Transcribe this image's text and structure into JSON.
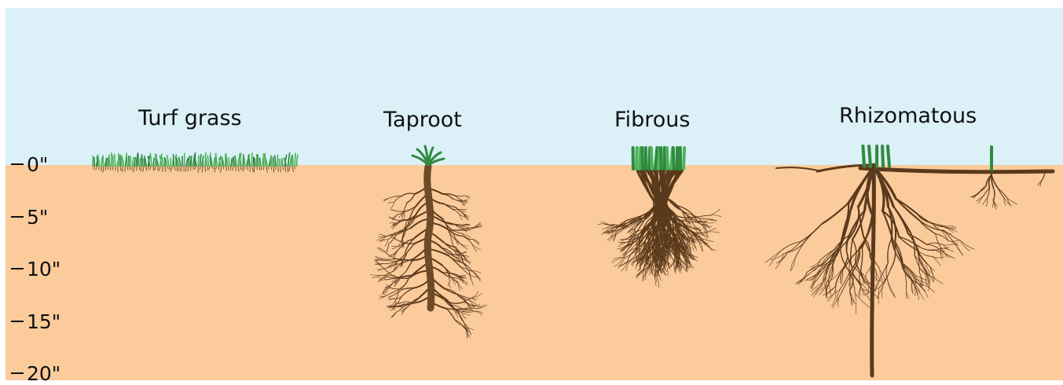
{
  "colors": {
    "sky": "#dcf0f8",
    "soil": "#fbcb9b",
    "root": "#5a3a1c",
    "root_light": "#6e4a28",
    "grass": "#2f8a3e",
    "grass_light": "#4db35a"
  },
  "plants": [
    {
      "label": "Turf grass",
      "icon": "turf-grass-roots-icon"
    },
    {
      "label": "Taproot",
      "icon": "taproot-icon"
    },
    {
      "label": "Fibrous",
      "icon": "fibrous-roots-icon"
    },
    {
      "label": "Rhizomatous",
      "icon": "rhizomatous-roots-icon"
    }
  ],
  "depth_scale": [
    "0\"",
    "5\"",
    "10\"",
    "15\"",
    "20\""
  ]
}
